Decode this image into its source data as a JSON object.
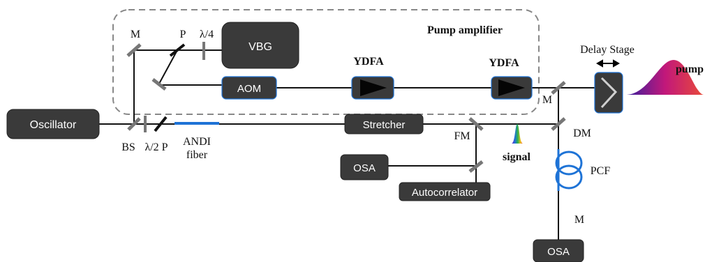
{
  "blocks": {
    "oscillator": "Oscillator",
    "stretcher": "Stretcher",
    "vbg": "VBG",
    "aom": "AOM",
    "osa_left": "OSA",
    "autocorrelator": "Autocorrelator",
    "osa_bottom": "OSA"
  },
  "labels": {
    "pump_amplifier": "Pump amplifier",
    "ydfa_1": "YDFA",
    "ydfa_2": "YDFA",
    "delay_stage": "Delay Stage",
    "pump": "pump",
    "signal": "signal",
    "m_top": "M",
    "p_top": "P",
    "quarter_wave": "λ/4",
    "m_right": "M",
    "dm": "DM",
    "fm": "FM",
    "pcf": "PCF",
    "m_bottom": "M",
    "bs": "BS",
    "half_wave_p": "λ/2 P",
    "andi_line1": "ANDI",
    "andi_line2": "fiber"
  },
  "colors": {
    "block_fill": "#3a3a3a",
    "fiber_blue": "#1e73d6",
    "pump_start": "#3b1e9e",
    "pump_mid": "#c2187a",
    "pump_end": "#e84a3a",
    "dashed_box": "#888888"
  },
  "icons": {
    "amplifier": "triangle-amplifier-icon",
    "delay_arrow": "double-arrow-icon",
    "retroreflector": "chevron-retroreflector-icon",
    "fiber_coil": "fiber-coil-icon",
    "spectrum": "rainbow-spectrum-icon"
  }
}
